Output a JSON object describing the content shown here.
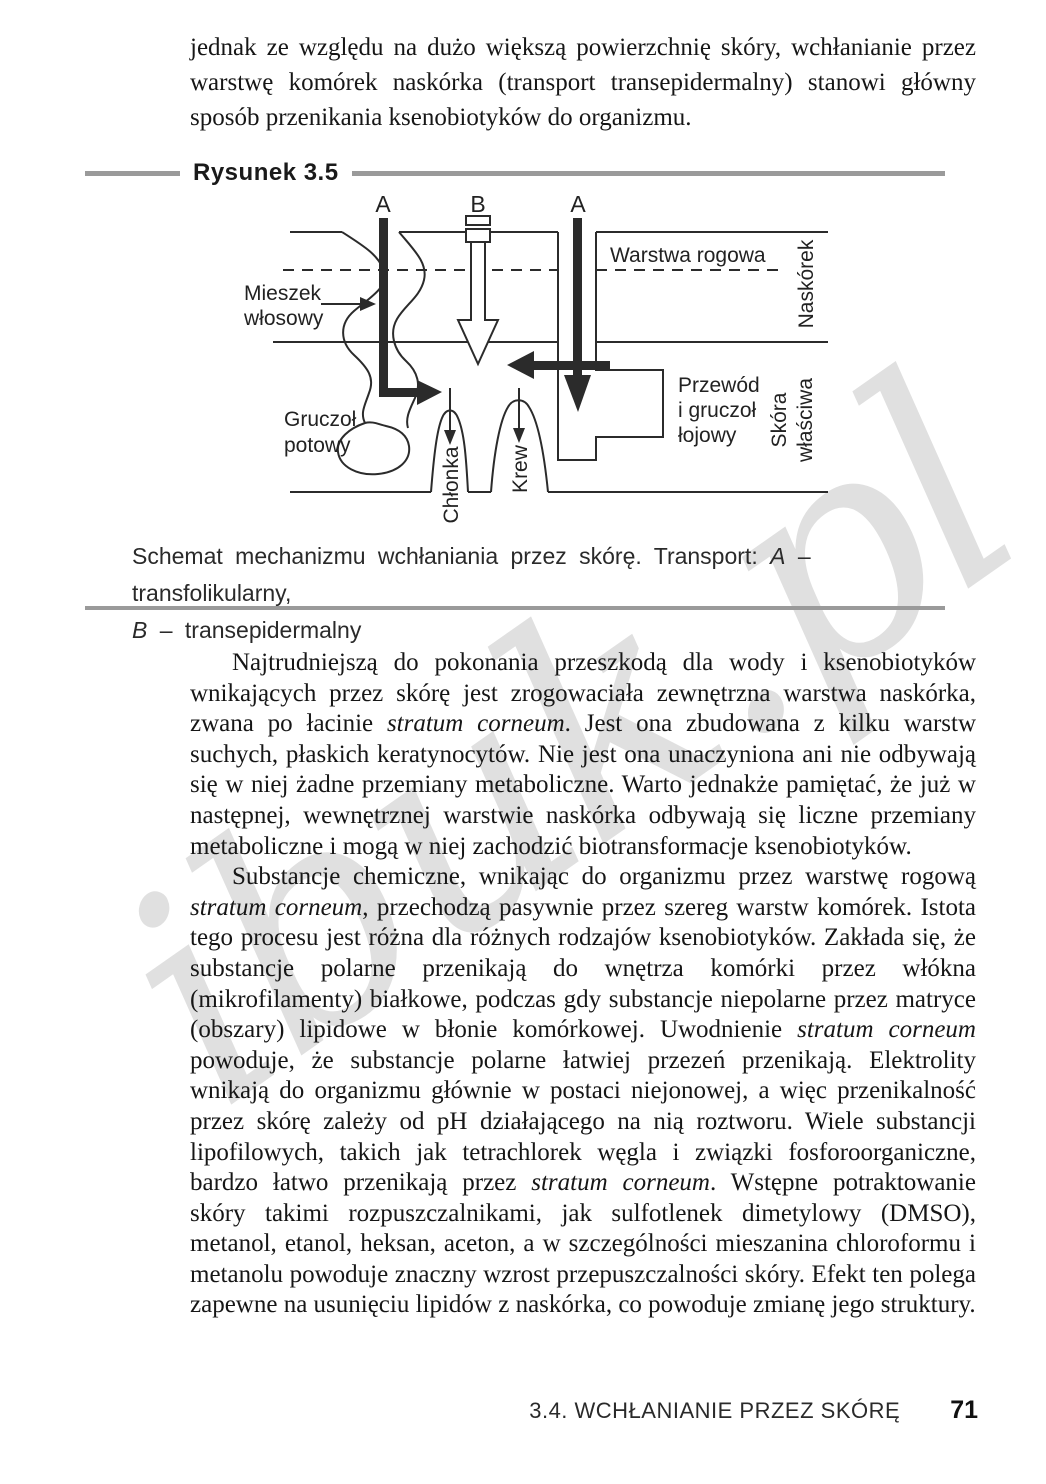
{
  "watermark": {
    "text": "ibuk.pl"
  },
  "intro": {
    "text": "jednak ze względu na dużo większą powierzchnię skóry, wchłanianie przez warstwę komórek naskórka (transport transepidermalny) stanowi główny sposób przenikania ksenobiotyków do organizmu."
  },
  "figure": {
    "header_label": "Rysunek 3.5",
    "diagram": {
      "label_a_left": "A",
      "label_b": "B",
      "label_a_right": "A",
      "warstwa_rogowa": "Warstwa rogowa",
      "naskorek": "Naskórek",
      "mieszek_line1": "Mieszek",
      "mieszek_line2": "włosowy",
      "gruczol_line1": "Gruczoł",
      "gruczol_line2": "potowy",
      "przewod_line1": "Przewód",
      "przewod_line2": "i gruczoł",
      "przewod_line3": "łojowy",
      "skora_line1": "Skóra",
      "skora_line2": "właściwa",
      "chlonka": "Chłonka",
      "krew": "Krew"
    },
    "caption_segments": [
      {
        "text": "Schemat mechanizmu wchłaniania przez skórę. Transport: "
      },
      {
        "text": "A",
        "italic": true
      },
      {
        "text": " – transfolikularny,"
      },
      {
        "br": true
      },
      {
        "text": "B",
        "italic": true
      },
      {
        "text": " – transepidermalny"
      }
    ]
  },
  "paragraphs": [
    {
      "segments": [
        {
          "text": "Najtrudniejszą do pokonania przeszkodą dla wody i ksenobiotyków wnikających przez skórę jest zrogowaciała zewnętrzna warstwa naskórka, zwana po łacinie "
        },
        {
          "text": "stratum corneum",
          "italic": true
        },
        {
          "text": ". Jest ona zbudowana z kilku warstw suchych, płaskich keratynocytów. Nie jest ona unaczyniona ani nie odbywają się w niej żadne przemiany metaboliczne. Warto jednakże pamiętać, że już w następnej, wewnętrznej warstwie naskórka odbywają się liczne przemiany metaboliczne i mogą w niej zachodzić biotransformacje ksenobiotyków."
        }
      ]
    },
    {
      "segments": [
        {
          "text": "Substancje chemiczne, wnikając do organizmu przez warstwę rogową "
        },
        {
          "text": "stratum corneum",
          "italic": true
        },
        {
          "text": ", przechodzą pasywnie przez szereg warstw komórek. Istota tego procesu jest różna dla różnych rodzajów ksenobiotyków. Zakłada się, że substancje polarne przenikają do wnętrza komórki przez włókna (mikrofilamenty) białkowe, podczas gdy substancje niepolarne przez matryce (obszary) lipidowe w błonie komórkowej. Uwodnienie "
        },
        {
          "text": "stratum corneum",
          "italic": true
        },
        {
          "text": " powoduje, że substancje polarne łatwiej przezeń przenikają. Elektrolity wnikają do organizmu głównie w postaci niejonowej, a więc przenikalność przez skórę zależy od pH działającego na nią roztworu. Wiele substancji lipofilowych, takich jak tetrachlorek węgla i związki fosforoorganiczne, bardzo łatwo przenikają przez "
        },
        {
          "text": "stratum corneum",
          "italic": true
        },
        {
          "text": ". Wstępne potraktowanie skóry takimi rozpuszczalnikami, jak sulfotlenek dimetylowy (DMSO), metanol, etanol, heksan, aceton, a w szczególności mieszanina chloroformu i metanolu powoduje znaczny wzrost przepuszczalności skóry. Efekt ten polega zapewne na usunięciu lipidów z naskórka, co powoduje zmianę jego struktury."
        }
      ]
    }
  ],
  "footer": {
    "section": "3.4. WCHŁANIANIE PRZEZ SKÓRĘ",
    "page_number": "71"
  }
}
